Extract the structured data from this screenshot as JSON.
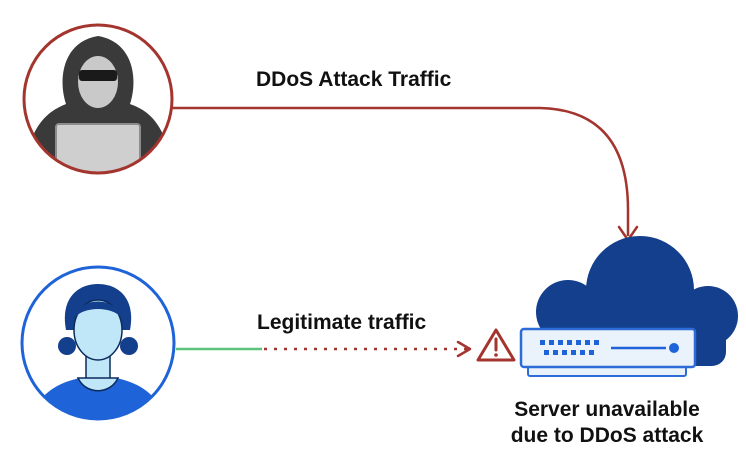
{
  "labels": {
    "attack_traffic": "DDoS Attack Traffic",
    "legitimate_traffic": "Legitimate traffic",
    "server_status_line1": "Server unavailable",
    "server_status_line2": "due to DDoS attack"
  },
  "icons": {
    "attacker": "hooded-hacker-icon",
    "user": "user-avatar-icon",
    "cloud": "cloud-icon",
    "server": "server-icon",
    "warning": "warning-triangle-icon"
  },
  "colors": {
    "attack": "#a3352e",
    "legitimate": "#1f63d8",
    "legit_line": "#5cc47a",
    "cloud": "#143f8c",
    "server_accent": "#1f63d8",
    "text": "#111111"
  }
}
